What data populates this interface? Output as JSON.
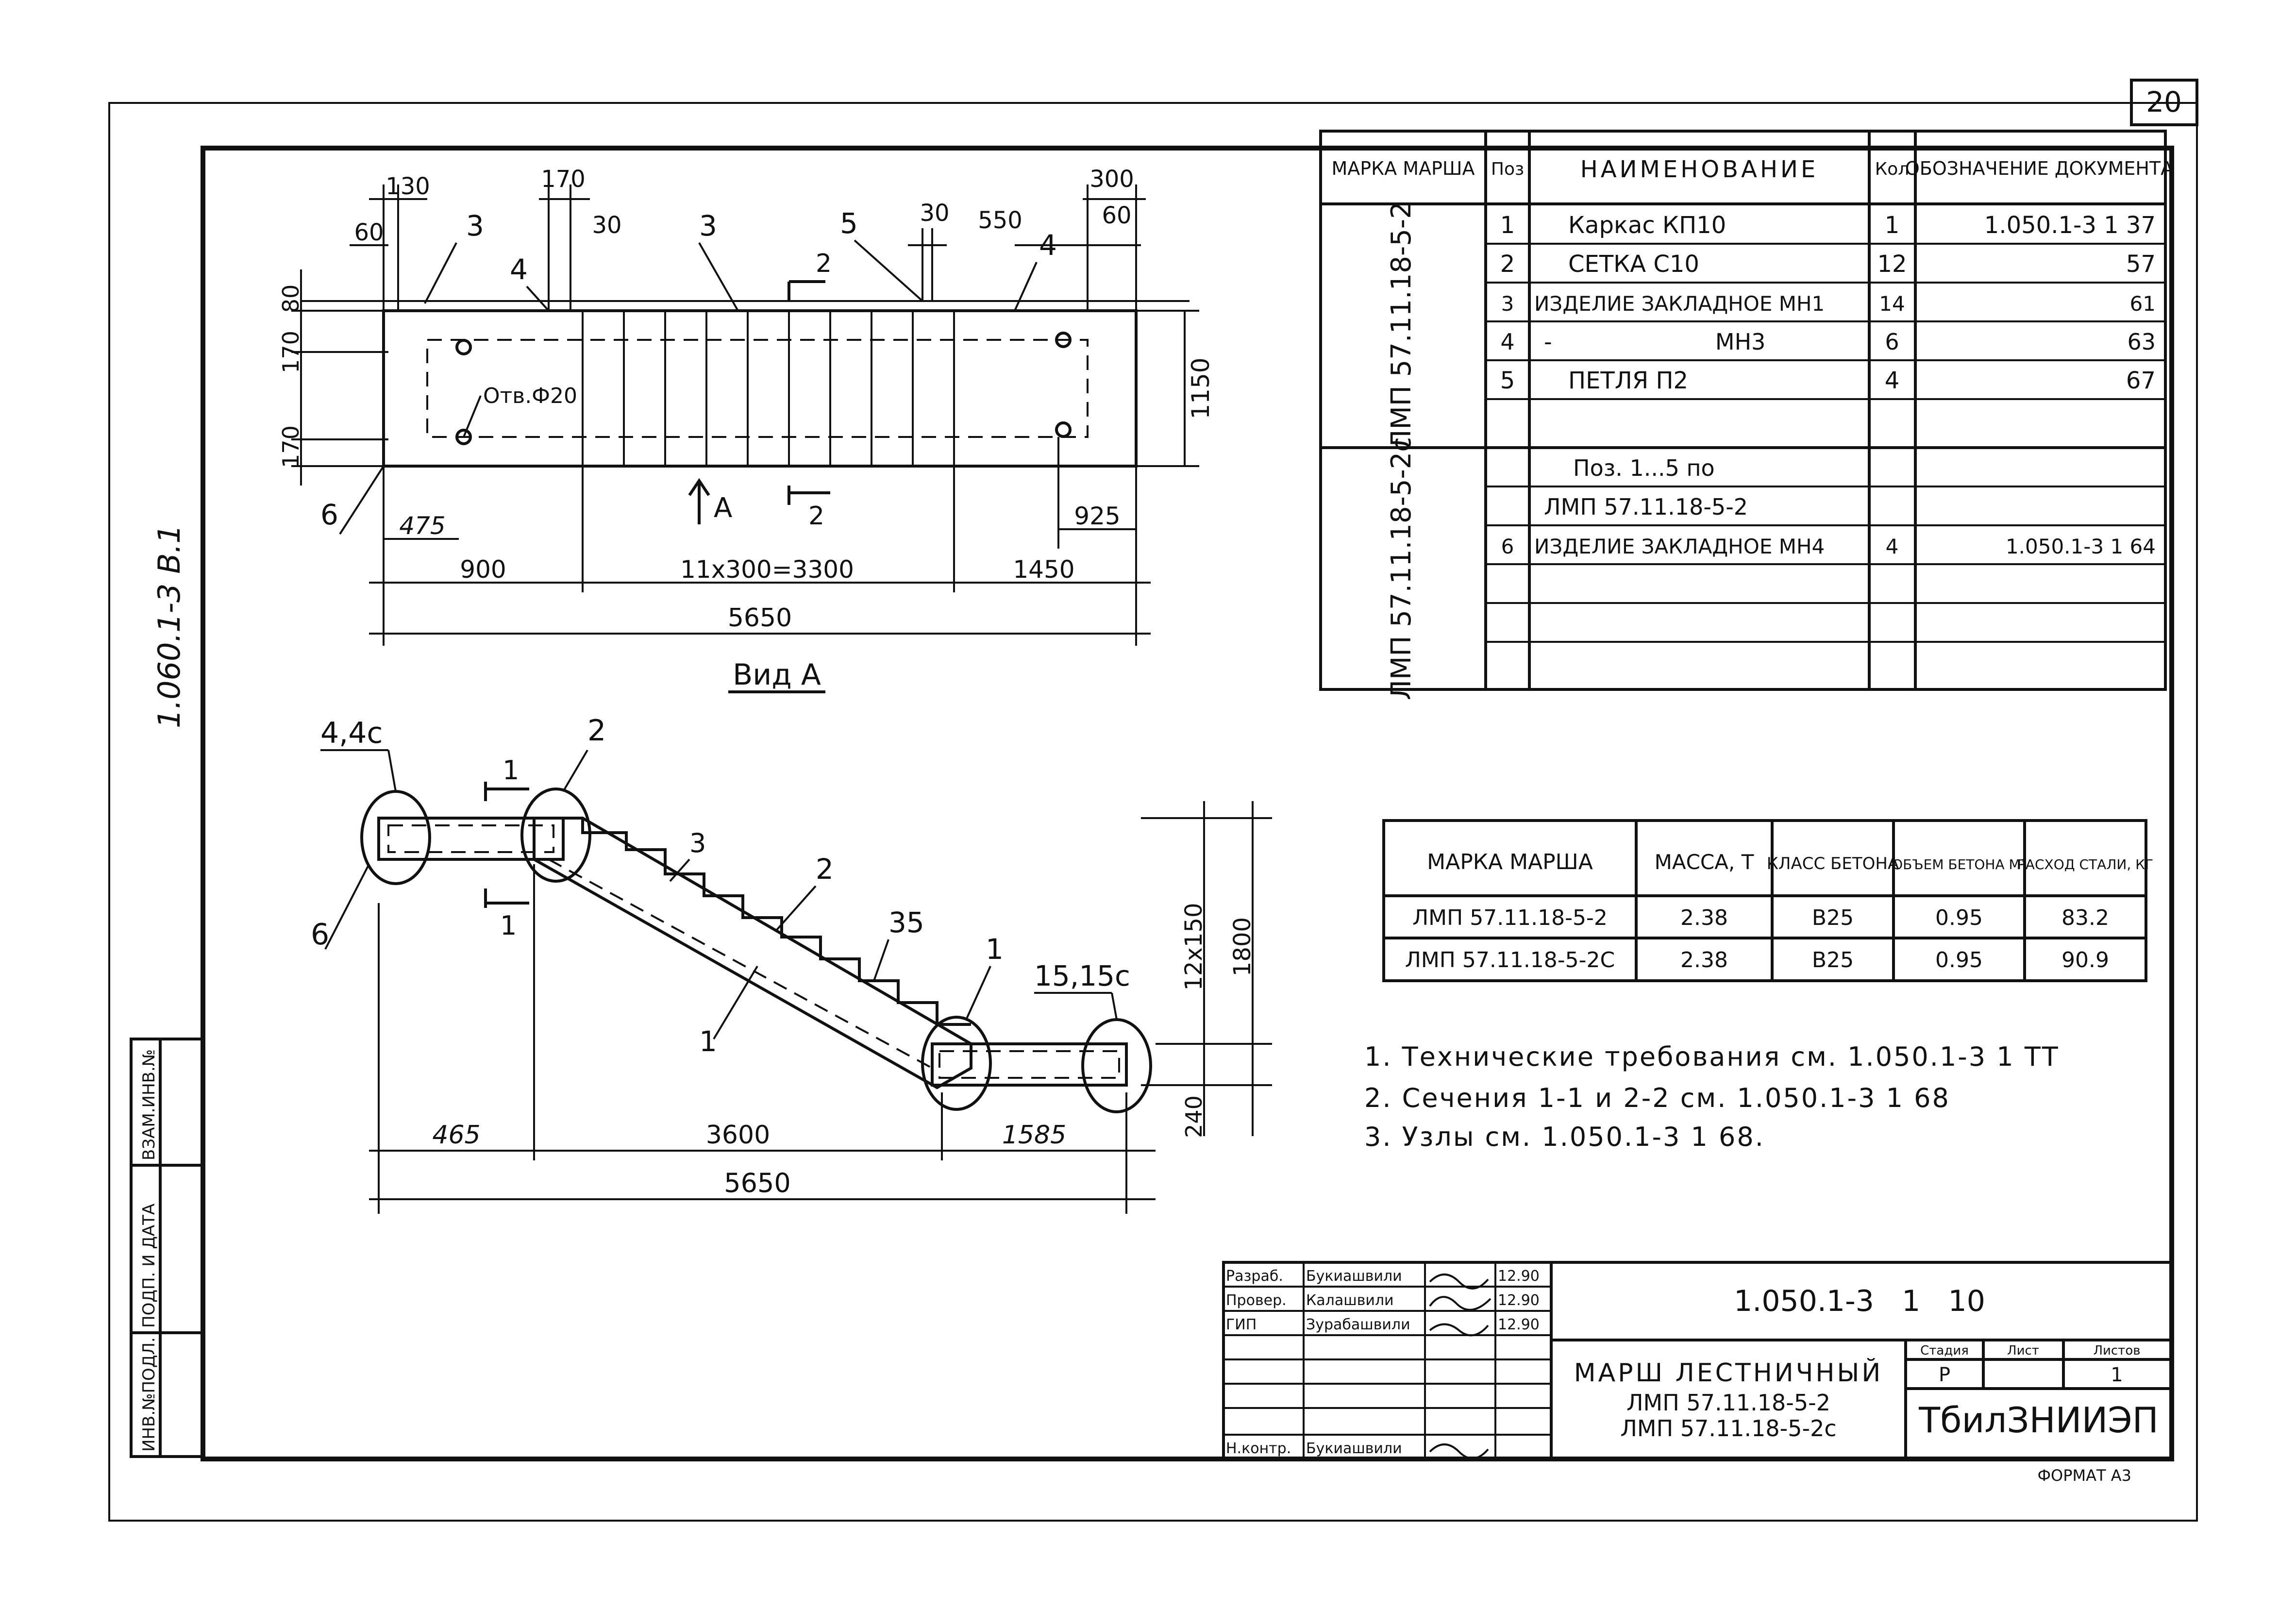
{
  "sheet": {
    "page_number": "20",
    "side_label": "1.060.1-3   В.1",
    "format": "ФОРМАТ А3"
  },
  "plan": {
    "view_label": "Вид  А",
    "hole_label": "Отв.Ф20",
    "top_dims": [
      "130",
      "170",
      "300",
      "60",
      "30",
      "30",
      "550",
      "60"
    ],
    "left_dims": [
      "80",
      "170",
      "170"
    ],
    "right_dim": "1150",
    "callouts": [
      "3",
      "4",
      "3",
      "5",
      "4",
      "6"
    ],
    "section_labels": [
      "2",
      "2"
    ],
    "arrow_label": "А",
    "inner_dims": [
      "475",
      "925"
    ],
    "bottom_dims": [
      "900",
      "11х300=3300",
      "1450"
    ],
    "total": "5650"
  },
  "section_view": {
    "callouts": [
      "4,4с",
      "2",
      "3",
      "2",
      "35",
      "1",
      "1",
      "15,15с",
      "6"
    ],
    "section_labels": [
      "1",
      "1"
    ],
    "height_dim": "1800",
    "steps_dim": "12х150",
    "bottom_small": "240",
    "bottom_dims": [
      "465",
      "3600",
      "1585"
    ],
    "total": "5650"
  },
  "spec_table": {
    "headers": [
      "МАРКА МАРША",
      "Поз",
      "НАИМЕНОВАНИЕ",
      "Кол",
      "ОБОЗНАЧЕНИЕ ДОКУМЕНТА"
    ],
    "groups": [
      {
        "mark": "ЛМП 57.11.18-5-2",
        "rows": [
          {
            "pos": "1",
            "name": "Каркас КП10",
            "qty": "1",
            "doc": "1.050.1-3 1 37"
          },
          {
            "pos": "2",
            "name": "СЕТКА С10",
            "qty": "12",
            "doc": "57"
          },
          {
            "pos": "3",
            "name": "ИЗДЕЛИЕ ЗАКЛАДНОЕ МН1",
            "qty": "14",
            "doc": "61"
          },
          {
            "pos": "4",
            "name": "-                       МН3",
            "qty": "6",
            "doc": "63"
          },
          {
            "pos": "5",
            "name": "ПЕТЛЯ П2",
            "qty": "4",
            "doc": "67"
          },
          {
            "pos": "",
            "name": "",
            "qty": "",
            "doc": ""
          }
        ]
      },
      {
        "mark": "ЛМП 57.11.18-5-2с",
        "rows": [
          {
            "pos": "",
            "name": "Поз. 1...5 по",
            "qty": "",
            "doc": ""
          },
          {
            "pos": "",
            "name": "ЛМП 57.11.18-5-2",
            "qty": "",
            "doc": ""
          },
          {
            "pos": "6",
            "name": "ИЗДЕЛИЕ ЗАКЛАДНОЕ МН4",
            "qty": "4",
            "doc": "1.050.1-3 1 64"
          },
          {
            "pos": "",
            "name": "",
            "qty": "",
            "doc": ""
          },
          {
            "pos": "",
            "name": "",
            "qty": "",
            "doc": ""
          },
          {
            "pos": "",
            "name": "",
            "qty": "",
            "doc": ""
          }
        ]
      }
    ]
  },
  "mass_table": {
    "headers": [
      "МАРКА МАРША",
      "МАССА, Т",
      "КЛАСС БЕТОНА",
      "ОБЪЕМ БЕТОНА М³",
      "РАСХОД СТАЛИ, КГ"
    ],
    "rows": [
      [
        "ЛМП 57.11.18-5-2",
        "2.38",
        "В25",
        "0.95",
        "83.2"
      ],
      [
        "ЛМП 57.11.18-5-2С",
        "2.38",
        "В25",
        "0.95",
        "90.9"
      ]
    ]
  },
  "notes": [
    "1. Технические требования см. 1.050.1-3 1 ТТ",
    "2. Сечения 1-1 и 2-2 см. 1.050.1-3 1 68",
    "3. Узлы см. 1.050.1-3 1 68."
  ],
  "title_block": {
    "doc_code": "1.050.1-3   1   10",
    "title_line": "МАРШ ЛЕСТНИЧНЫЙ",
    "mark_lines": [
      "ЛМП 57.11.18-5-2",
      "ЛМП 57.11.18-5-2с"
    ],
    "stage_headers": [
      "Стадия",
      "Лист",
      "Листов"
    ],
    "stage_values": [
      "Р",
      "",
      "1"
    ],
    "org": "ТбилЗНИИЭП",
    "signers": [
      {
        "role": "Разраб.",
        "name": "Букиашвили",
        "date": "12.90"
      },
      {
        "role": "Провер.",
        "name": "Калашвили",
        "date": "12.90"
      },
      {
        "role": "ГИП",
        "name": "Зурабашвили",
        "date": "12.90"
      },
      {
        "role": "Н.контр.",
        "name": "Букиашвили",
        "date": ""
      }
    ]
  },
  "side_stamp": {
    "labels": [
      "ИНВ.№ПОДЛ.",
      "ПОДП. И ДАТА",
      "ВЗАМ.ИНВ.№"
    ]
  }
}
